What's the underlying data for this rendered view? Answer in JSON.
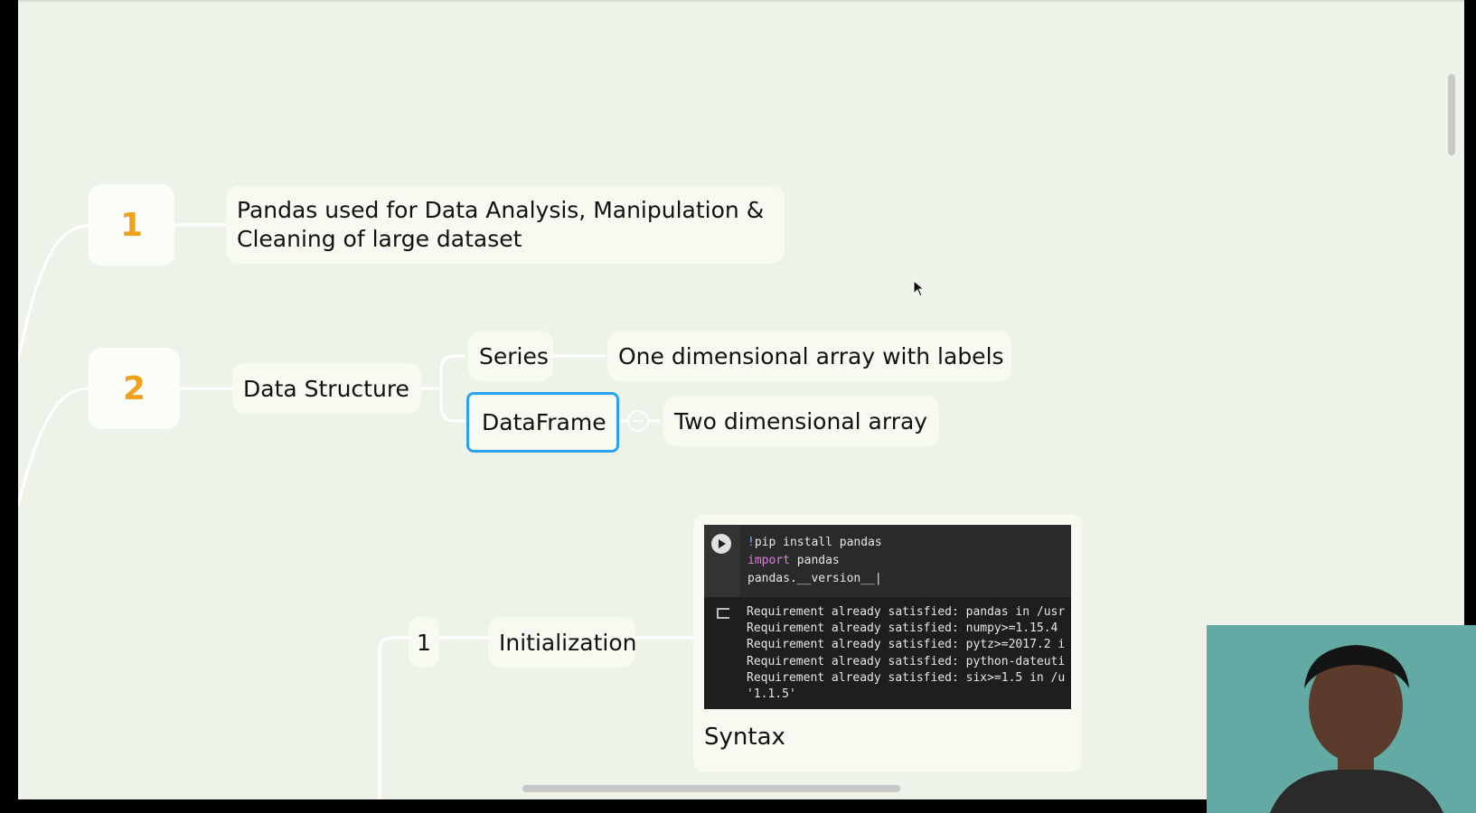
{
  "mindmap": {
    "topic1": {
      "number": "1",
      "text_line1": "Pandas used for Data Analysis, Manipulation &",
      "text_line2": "Cleaning of large dataset"
    },
    "topic2": {
      "number": "2",
      "label": "Data Structure",
      "children": [
        {
          "label": "Series",
          "detail": "One dimensional array with labels"
        },
        {
          "label": "DataFrame",
          "detail": "Two dimensional array"
        }
      ]
    },
    "subtopic": {
      "number": "1",
      "label": "Initialization"
    }
  },
  "code_cell": {
    "input_lines": [
      "!pip install pandas",
      "import pandas",
      "pandas.__version__"
    ],
    "output_lines": [
      "Requirement already satisfied: pandas in /usr",
      "Requirement already satisfied: numpy>=1.15.4 ",
      "Requirement already satisfied: pytz>=2017.2 i",
      "Requirement already satisfied: python-dateuti",
      "Requirement already satisfied: six>=1.5 in /u",
      "'1.1.5'"
    ],
    "caption": "Syntax"
  },
  "colors": {
    "accent_number": "#f0a21e",
    "selection_border": "#2ba2f0",
    "canvas_bg": "#edf3e8"
  }
}
